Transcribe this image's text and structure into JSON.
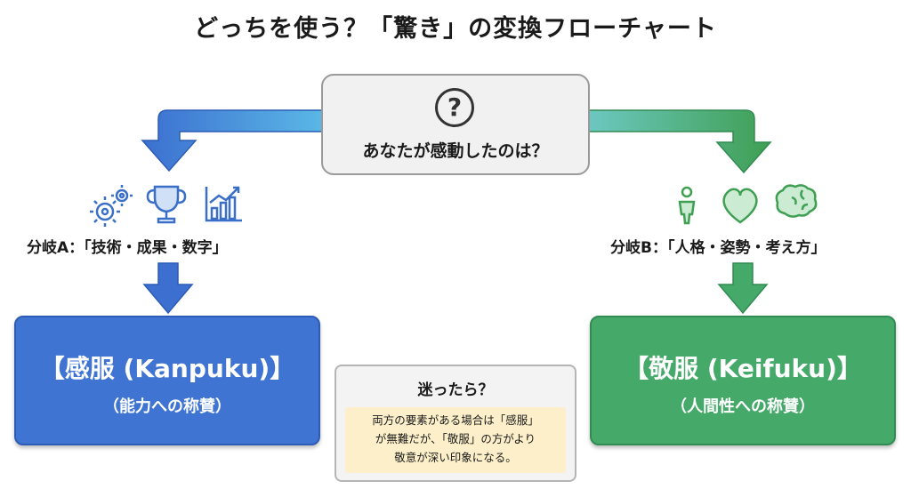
{
  "title": "どっちを使う？「驚き」の変換フローチャート",
  "question": {
    "icon": "question-mark-icon",
    "mark": "?",
    "text": "あなたが感動したのは？"
  },
  "branch_a": {
    "label": "分岐A：「技術・成果・数字」",
    "icons": [
      "gears-icon",
      "trophy-icon",
      "bar-chart-icon"
    ],
    "result_title": "【感服 (Kanpuku)】",
    "result_subtitle": "（能力への称賛）",
    "color": "#3f74d3"
  },
  "branch_b": {
    "label": "分岐B：「人格・姿勢・考え方」",
    "icons": [
      "bowing-person-icon",
      "heart-icon",
      "brain-icon"
    ],
    "result_title": "【敬服 (Keifuku)】",
    "result_subtitle": "（人間性への称賛）",
    "color": "#45a96a"
  },
  "tip": {
    "title": "迷ったら？",
    "lines": [
      "両方の要素がある場合は「感服」",
      "が無難だが、「敬服」の方がより",
      "敬意が深い印象になる。"
    ]
  }
}
